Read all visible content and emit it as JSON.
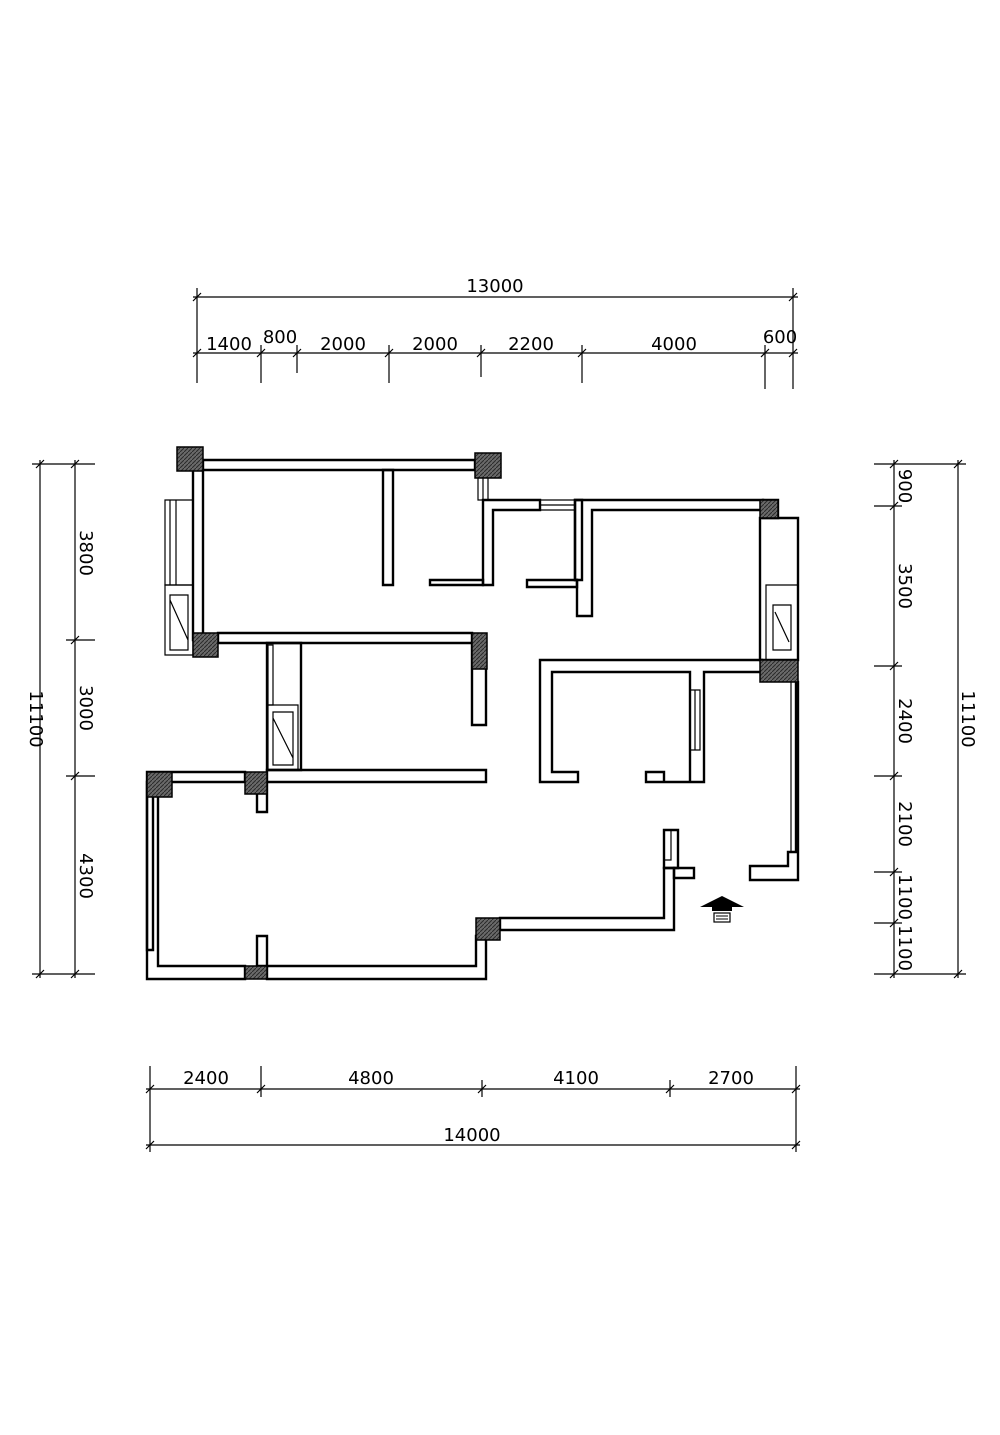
{
  "colors": {
    "line": "#000000",
    "column_fill": "#5a5a5a",
    "background": "#ffffff"
  },
  "dimensions": {
    "top_total": "13000",
    "top_segments": [
      "1400",
      "800",
      "2000",
      "2000",
      "2200",
      "4000",
      "600"
    ],
    "bottom_total": "14000",
    "bottom_segments": [
      "2400",
      "4800",
      "4100",
      "2700"
    ],
    "left_total": "11100",
    "left_segments": [
      "3800",
      "3000",
      "4300"
    ],
    "right_total": "11100",
    "right_segments": [
      "900",
      "3500",
      "2400",
      "2100",
      "1100",
      "1100"
    ]
  },
  "entrance": {
    "icon": "entrance-arrow-icon"
  }
}
